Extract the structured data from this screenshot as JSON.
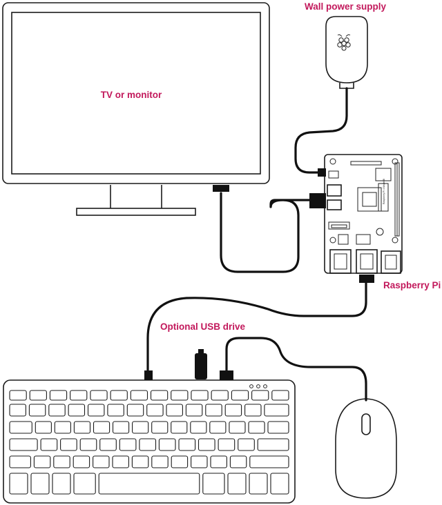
{
  "labels": {
    "monitor": "TV or monitor",
    "power": "Wall power supply",
    "pi": "Raspberry Pi",
    "usb": "Optional USB drive"
  },
  "pi_board_text": "Raspberry Pi 4 Model B",
  "colors": {
    "label": "#c2185b",
    "line": "#1a1a1a",
    "cable": "#111111",
    "background": "#ffffff"
  },
  "icons": [
    "monitor-icon",
    "power-supply-icon",
    "raspberry-logo-icon",
    "raspberry-pi-board-icon",
    "keyboard-icon",
    "mouse-icon",
    "usb-drive-icon"
  ]
}
